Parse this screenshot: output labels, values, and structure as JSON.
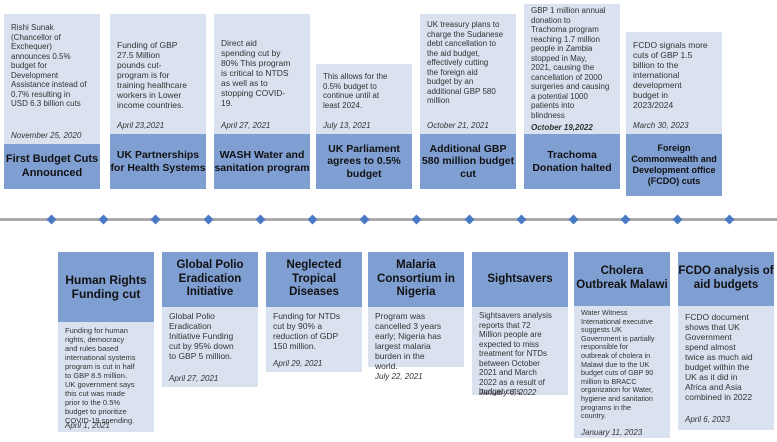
{
  "top_events": [
    {
      "desc": "Rishi Sunak\n(Chancellor of\nExchequer)\nannounces 0.5%\nbudget for\nDevelopment\nAssistance instead of\n0.7%  resulting in\nUSD 6.3 billion cuts",
      "date": "November 25, 2020",
      "title": "First Budget Cuts Announced"
    },
    {
      "desc": "Funding of GBP\n27.5 Million\npounds cut-\nprogram is for\ntraining healthcare\nworkers in Lower\nincome countries.",
      "date": "April 23,2021",
      "title": "UK Partnerships for Health Systems"
    },
    {
      "desc": "Direct aid\nspending cut by\n80%  This program\nis critical to NTDS\nas well as to\nstopping COVID-\n19.",
      "date": "April 27, 2021",
      "title": "WASH Water and sanitation program"
    },
    {
      "desc": "This allows for the\n0.5% budget to\ncontinue until at\nleast 2024.",
      "date": "July 13, 2021",
      "title": "UK Parliament agrees to 0.5% budget"
    },
    {
      "desc": "UK treasury plans to\ncharge the Sudanese\ndebt cancellation to\nthe aid budget,\neffectively cutting\nthe foreign aid\nbudget by an\nadditional GBP 580\nmillion",
      "date": "October 21, 2021",
      "title": "Additional GBP 580 million budget cut"
    },
    {
      "desc": "GBP 1 million annual\ndonation to\nTrachoma program\nreaching 1.7 million\npeople in Zambia\nstopped in May,\n2021, causing the\ncancellation of 2000\nsurgeries and causing\na potential 1000\npatients into\nblindness",
      "date": "October 19,2022",
      "title": "Trachoma Donation halted"
    },
    {
      "desc": "FCDO signals more\ncuts of GBP 1.5\nbillion to the\ninternational\ndevelopment\nbudget in\n2023/2024",
      "date": "March 30, 2023",
      "title": "Foreign Commonwealth and Development office (FCDO) cuts"
    }
  ],
  "bottom_events": [
    {
      "title": "Human Rights Funding cut",
      "desc": "Funding for human\nrights, democracy\nand rules based\ninternational systems\nprogram is cut in half\nto GBP 8.5 million.\nUK government says\nthis cut was made\nprior to the 0.5%\nbudget to prioritize\nCOVID-19 spending.",
      "date": "April 1, 2021"
    },
    {
      "title": "Global Polio Eradication Initiative",
      "desc": "Global Polio\nEradication\nInitiative Funding\ncut by 95% down\nto GBP 5 million.",
      "date": "April 27, 2021"
    },
    {
      "title": "Neglected Tropical Diseases",
      "desc": "Funding for NTDs\ncut by 90% a\nreduction of  GDP\n150 million.",
      "date": "April 29, 2021"
    },
    {
      "title": "Malaria Consortium in Nigeria",
      "desc": "Program was\ncancelled 3 years\nearly; Nigeria has\nlargest malaria\nburden in the\nworld.",
      "date": "July 22, 2021"
    },
    {
      "title": "Sightsavers",
      "desc": "Sightsavers analysis\nreports that 72\nMillion people are\nexpected to miss\ntreatment for NTDs\nbetween October\n2021 and March\n2022 as a result of\nbudget cuts.",
      "date": "January 6, 2022"
    },
    {
      "title": "Cholera Outbreak Malawi",
      "desc": "Water Witness\nInternational executive\nsuggests UK\nGovernment is partially\nresponsible for\noutbreak of cholera in\nMalawi due to the UK\nbudget cuts of GBP 90\nmillion to BRACC\norganization for Water,\nhygiene and sanitation\nprograms in the\ncountry.",
      "date": "January 11, 2023"
    },
    {
      "title": "FCDO analysis of aid budgets",
      "desc": "FCDO document\nshows that UK\nGovernment\nspend almost\ntwice as much aid\nbudget within the\nUK as it did in\nAfrica and Asia\ncombined in 2022",
      "date": "April 6, 2023"
    }
  ]
}
